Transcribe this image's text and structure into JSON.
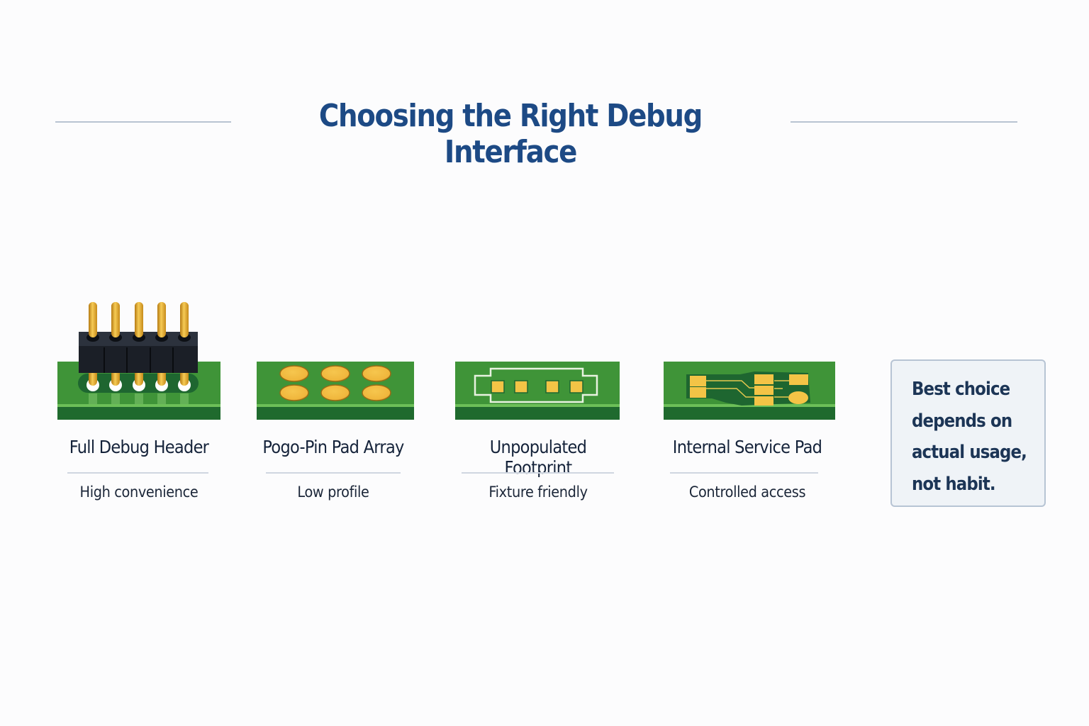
{
  "title": "Choosing the Right Debug Interface",
  "colors": {
    "title": "#1d4a85",
    "pcb_green": "#3f9438",
    "pcb_edge": "#1f6a2e",
    "gold": "#f3c043",
    "note_bg": "#eff3f7",
    "note_border": "#b7c4d4"
  },
  "options": [
    {
      "name": "Full Debug Header",
      "description": "High convenience",
      "icon": "pin-header-icon"
    },
    {
      "name": "Pogo-Pin Pad Array",
      "description": "Low profile",
      "icon": "pogo-pad-array-icon"
    },
    {
      "name": "Unpopulated Footprint",
      "description": "Fixture friendly",
      "icon": "unpopulated-footprint-icon"
    },
    {
      "name": "Internal Service Pad",
      "description": "Controlled access",
      "icon": "service-pad-icon"
    }
  ],
  "note": "Best choice depends on actual usage, not habit."
}
